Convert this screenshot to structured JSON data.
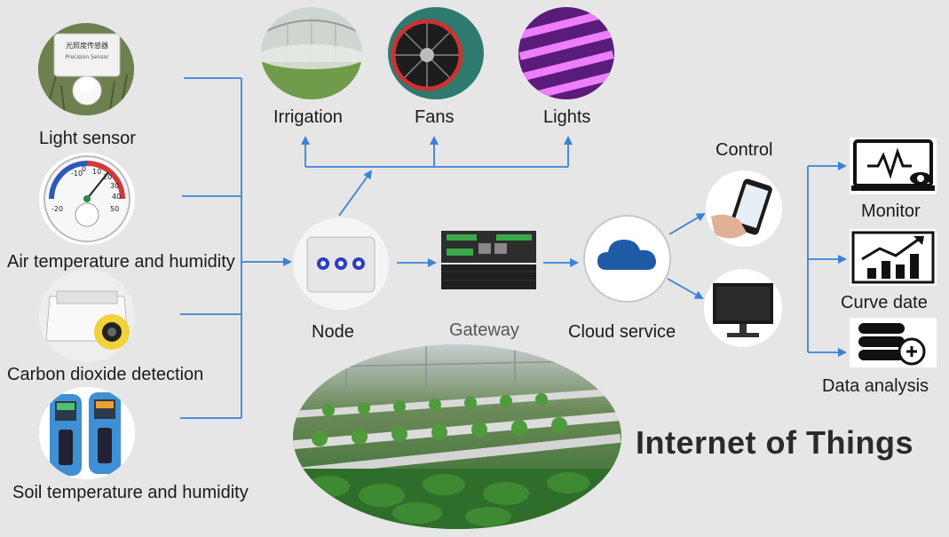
{
  "sensors": {
    "light": "Light sensor",
    "air": "Air temperature and humidity",
    "co2": "Carbon dioxide detection",
    "soil": "Soil temperature and humidity"
  },
  "actuators": {
    "irrigation": "Irrigation",
    "fans": "Fans",
    "lights": "Lights"
  },
  "network": {
    "node": "Node",
    "gateway": "Gateway",
    "cloud": "Cloud service",
    "control": "Control"
  },
  "outputs": {
    "monitor": "Monitor",
    "curve": "Curve date",
    "analysis": "Data analysis"
  },
  "sensor_text": {
    "panel": "光照度传感器",
    "panel_en": "Precision Sensor",
    "dial": [
      "-10",
      "0",
      "10",
      "20",
      "30",
      "40",
      "50",
      "-20"
    ]
  },
  "title": "Internet of Things",
  "colors": {
    "connector": "#3b82d8",
    "cloud": "#1f5aa6",
    "text": "#1a1a1a"
  }
}
